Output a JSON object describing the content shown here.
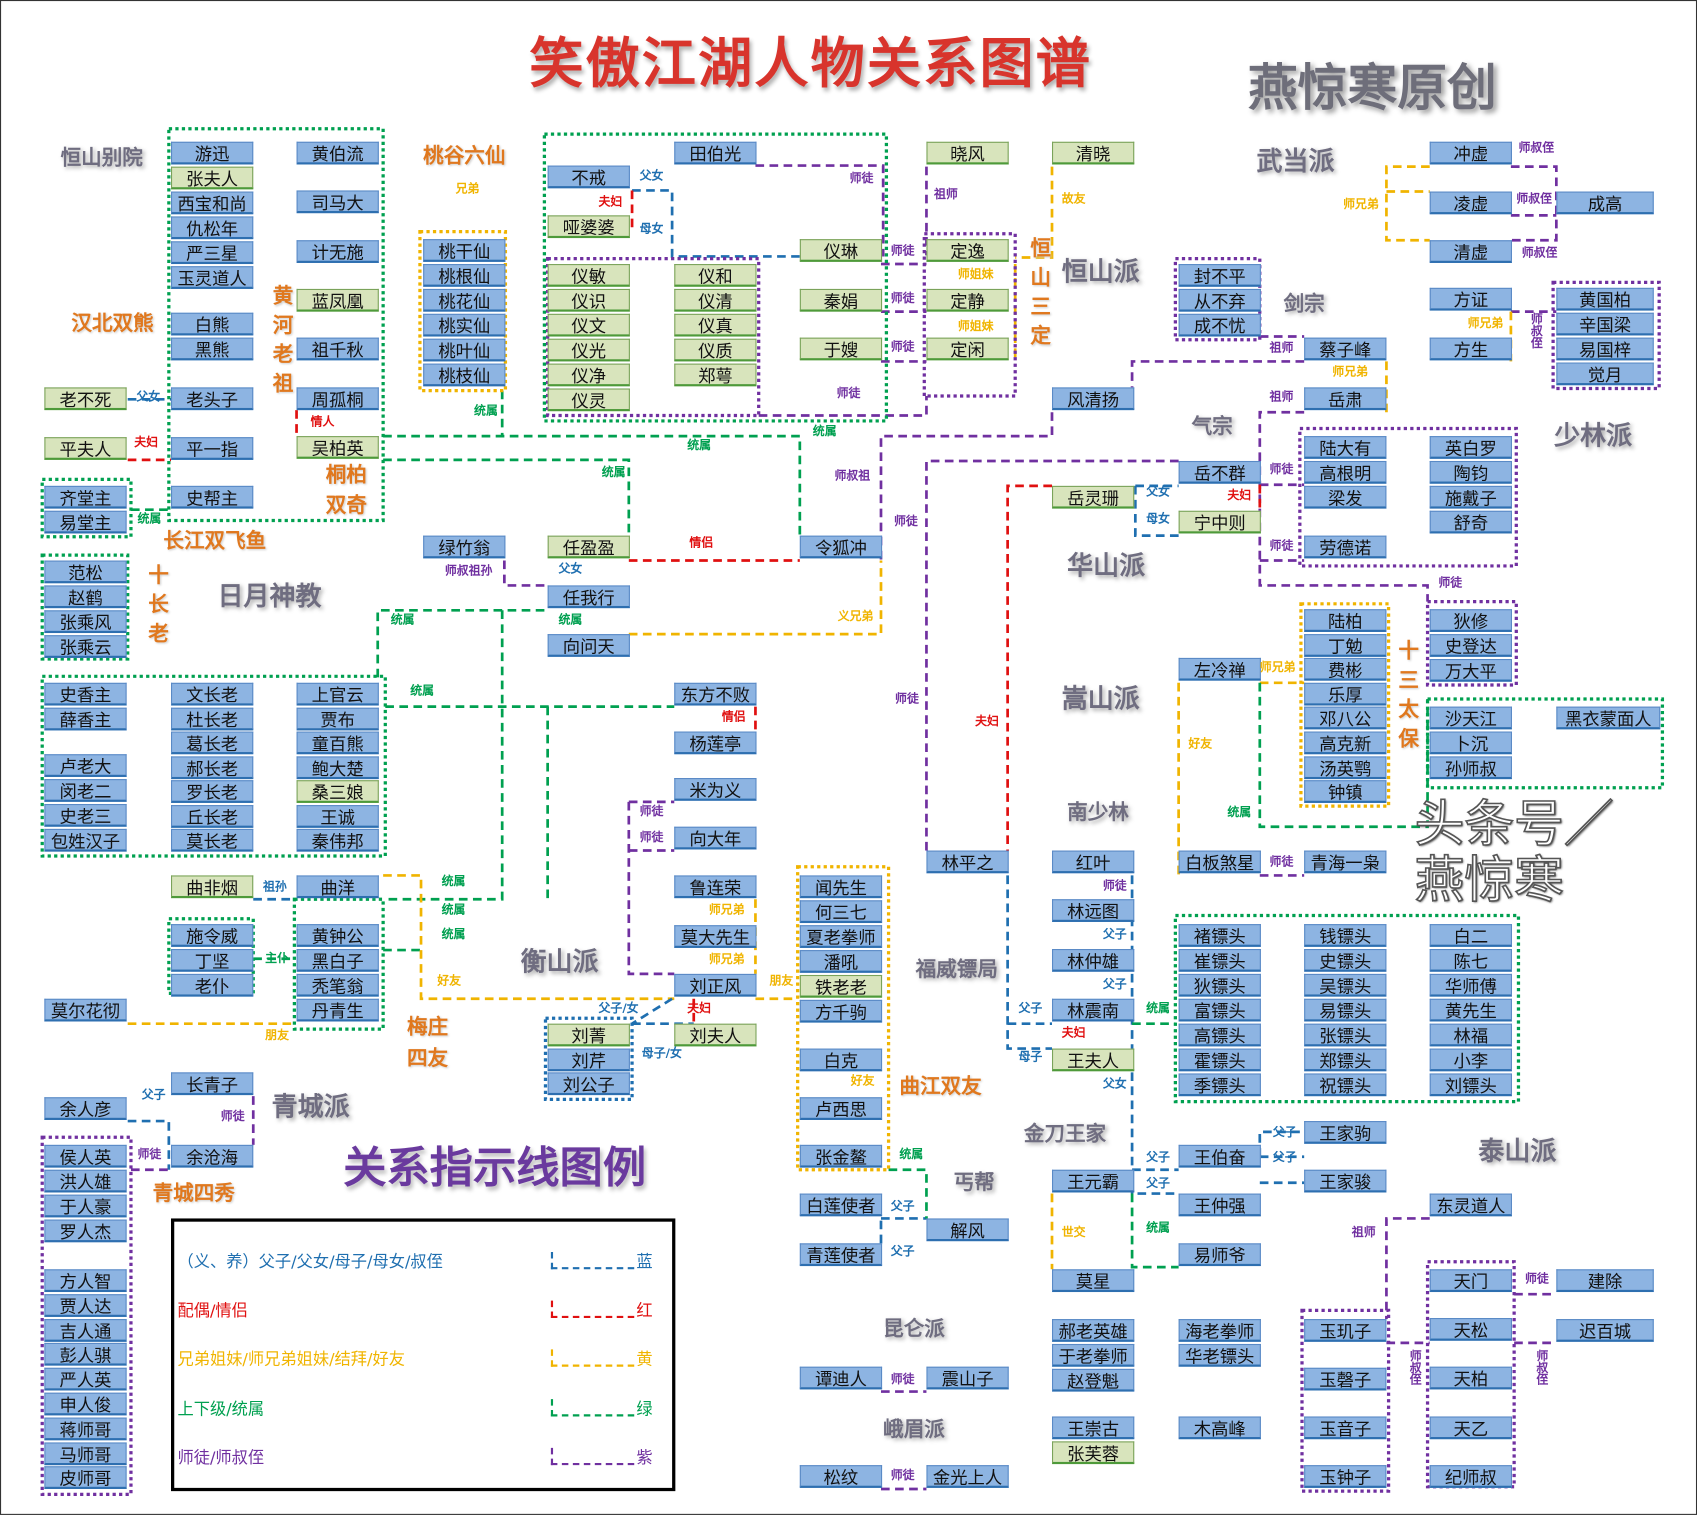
{
  "title": "笑傲江湖人物关系图谱",
  "author_mark": "燕惊寒原创",
  "watermark": "头条号／燕惊寒",
  "colors": {
    "blue": "#1f6fb0",
    "red": "#e01010",
    "yellow": "#f0b400",
    "green": "#00a050",
    "purple": "#7030a0",
    "box_blue": "#8db4e2",
    "box_green": "#d8e4bc"
  },
  "sects": {
    "hengshan_bieyuan": "恒山别院",
    "wudang": "武当派",
    "hengshan": "恒山派",
    "jianzong": "剑宗",
    "qizong": "气宗",
    "shaolin": "少林派",
    "riyue": "日月神教",
    "huashan": "华山派",
    "songshan": "嵩山派",
    "nanshaolin": "南少林",
    "hengshan2": "衡山派",
    "fuwei": "福威镖局",
    "qingcheng": "青城派",
    "jindao": "金刀王家",
    "taishan": "泰山派",
    "gaibang": "丐帮",
    "kunlun": "昆仑派",
    "emei": "峨眉派"
  },
  "groups": {
    "taogu": "桃谷六仙",
    "hanbei": "汉北双熊",
    "huanghe": "黄河老祖",
    "tongbai_1": "桐柏",
    "tongbai_2": "双奇",
    "changjiang": "长江双飞鱼",
    "shizhanglao": "十长老",
    "hengshan_sanding": "恒山三定",
    "shisan_taibao": "十三太保",
    "meizhuang_1": "梅庄",
    "meizhuang_2": "四友",
    "qujiang": "曲江双友",
    "qingcheng_sixiu": "青城四秀"
  },
  "people": {
    "heng_bieyuan": [
      "游迅",
      "张夫人",
      "西宝和尚",
      "仇松年",
      "严三星",
      "玉灵道人"
    ],
    "hanbei": [
      "白熊",
      "黑熊"
    ],
    "huanghe_left": [
      "老头子",
      "平一指",
      "史帮主"
    ],
    "huanghe_right": [
      "黄伯流",
      "司马大",
      "计无施",
      "蓝凤凰",
      "祖千秋",
      "周孤桐",
      "吴柏英"
    ],
    "relatives_left": [
      "老不死",
      "平夫人"
    ],
    "changjiang": [
      "齐堂主",
      "易堂主"
    ],
    "taogu": [
      "桃干仙",
      "桃根仙",
      "桃花仙",
      "桃实仙",
      "桃叶仙",
      "桃枝仙"
    ],
    "hengshan_top": [
      "田伯光",
      "不戒",
      "哑婆婆"
    ],
    "yi_left": [
      "仪敏",
      "仪识",
      "仪文",
      "仪光",
      "仪净",
      "仪灵"
    ],
    "yi_right": [
      "仪和",
      "仪清",
      "仪真",
      "仪质",
      "郑萼"
    ],
    "hengshan_mid": [
      "仪琳",
      "秦娟",
      "于嫂"
    ],
    "hengshan_elders": [
      "晓风",
      "清晓",
      "定逸",
      "定静",
      "定闲"
    ],
    "jianzong": [
      "封不平",
      "从不弃",
      "成不忧"
    ],
    "huashan_elders": [
      "风清扬",
      "蔡子峰",
      "岳肃"
    ],
    "wudang": [
      "冲虚",
      "凌虚",
      "清虚",
      "成高"
    ],
    "shaolin": [
      "方证",
      "方生"
    ],
    "shaolin_disciples": [
      "黄国柏",
      "辛国梁",
      "易国梓",
      "觉月"
    ],
    "huashan": [
      "岳不群",
      "岳灵珊",
      "宁中则"
    ],
    "huashan_disciples_a": [
      "陆大有",
      "高根明",
      "梁发",
      "劳德诺"
    ],
    "huashan_disciples_b": [
      "英白罗",
      "陶钧",
      "施戴子",
      "舒奇"
    ],
    "shizhanglao": [
      "范松",
      "赵鹤",
      "张乘风",
      "张乘云"
    ],
    "riyue_core": [
      "绿竹翁",
      "任盈盈",
      "令狐冲",
      "任我行",
      "向问天"
    ],
    "riyue_xiangzhu": [
      "史香主",
      "薛香主"
    ],
    "riyue_laoda": [
      "卢老大",
      "闵老二",
      "史老三",
      "包姓汉子"
    ],
    "riyue_elders": [
      "文长老",
      "杜长老",
      "葛长老",
      "郝长老",
      "罗长老",
      "丘长老",
      "莫长老"
    ],
    "riyue_officers": [
      "上官云",
      "贾布",
      "童百熊",
      "鲍大楚",
      "桑三娘",
      "王诚",
      "秦伟邦"
    ],
    "dongfang": [
      "东方不败",
      "杨莲亭"
    ],
    "hengshan_sect": [
      "米为义",
      "向大年",
      "鲁连荣",
      "莫大先生",
      "刘正风",
      "刘夫人"
    ],
    "songshan": [
      "左冷禅"
    ],
    "taibao": [
      "陆柏",
      "丁勉",
      "费彬",
      "乐厚",
      "邓八公",
      "高克新",
      "汤英鹗",
      "钟镇"
    ],
    "songshan_disciples": [
      "狄修",
      "史登达",
      "万大平"
    ],
    "songshan_others": [
      "沙天江",
      "卜沉",
      "孙师叔",
      "黑衣蒙面人"
    ],
    "middle_row": [
      "林平之",
      "红叶",
      "白板煞星",
      "青海一枭"
    ],
    "meizhuang": [
      "曲非烟",
      "曲洋",
      "施令威",
      "丁坚",
      "老仆",
      "黄钟公",
      "黑白子",
      "秃笔翁",
      "丹青生",
      "莫尔花彻"
    ],
    "qujiang": [
      "闻先生",
      "何三七",
      "夏老拳师",
      "潘吼",
      "铁老老",
      "方千驹",
      "白克",
      "卢西思",
      "张金鳌"
    ],
    "fuwei": [
      "林远图",
      "林仲雄",
      "林震南",
      "王夫人"
    ],
    "biaotou_a": [
      "褚镖头",
      "崔镖头",
      "狄镖头",
      "富镖头",
      "高镖头",
      "霍镖头",
      "季镖头"
    ],
    "biaotou_b": [
      "钱镖头",
      "史镖头",
      "吴镖头",
      "易镖头",
      "张镖头",
      "郑镖头",
      "祝镖头"
    ],
    "biaotou_c": [
      "白二",
      "陈七",
      "华师傅",
      "黄先生",
      "林福",
      "小李",
      "刘镖头"
    ],
    "liu_children": [
      "刘菁",
      "刘芹",
      "刘公子"
    ],
    "qingcheng": [
      "长青子",
      "余人彦",
      "余沧海"
    ],
    "qingcheng_sixiu": [
      "侯人英",
      "洪人雄",
      "于人豪",
      "罗人杰"
    ],
    "qingcheng_disciples": [
      "方人智",
      "贾人达",
      "吉人通",
      "彭人骐",
      "严人英",
      "申人俊",
      "蒋师哥",
      "马师哥",
      "皮师哥"
    ],
    "wang": [
      "王家驹",
      "王伯奋",
      "王家骏",
      "王元霸",
      "王仲强",
      "易师爷",
      "莫星"
    ],
    "gaibang": [
      "白莲使者",
      "解风",
      "青莲使者"
    ],
    "luoyang_a": [
      "郝老英雄",
      "于老拳师",
      "赵登魁"
    ],
    "luoyang_b": [
      "海老拳师",
      "华老镖头"
    ],
    "kunlun_emei": [
      "谭迪人",
      "震山子",
      "松纹",
      "金光上人"
    ],
    "others": [
      "王崇古",
      "张芙蓉",
      "木高峰"
    ],
    "taishan_yu": [
      "玉玑子",
      "玉磬子",
      "玉音子",
      "玉钟子"
    ],
    "taishan_tian": [
      "东灵道人",
      "天门",
      "天松",
      "天柏",
      "天乙",
      "纪师叔"
    ],
    "taishan_disc": [
      "建除",
      "迟百城"
    ]
  },
  "relations": [
    {
      "t": "兄弟",
      "c": "y"
    },
    {
      "t": "父女",
      "c": "b"
    },
    {
      "t": "情人",
      "c": "r"
    },
    {
      "t": "夫妇",
      "c": "r"
    },
    {
      "t": "统属",
      "c": "g"
    },
    {
      "t": "统属",
      "c": "g"
    },
    {
      "t": "父女",
      "c": "b"
    },
    {
      "t": "夫妇",
      "c": "r"
    },
    {
      "t": "母女",
      "c": "b"
    },
    {
      "t": "师徒",
      "c": "p"
    },
    {
      "t": "祖师",
      "c": "p"
    },
    {
      "t": "故友",
      "c": "y"
    },
    {
      "t": "师徒",
      "c": "p"
    },
    {
      "t": "师徒",
      "c": "p"
    },
    {
      "t": "师徒",
      "c": "p"
    },
    {
      "t": "师姐妹",
      "c": "y"
    },
    {
      "t": "师姐妹",
      "c": "y"
    },
    {
      "t": "师徒",
      "c": "p"
    },
    {
      "t": "统属",
      "c": "g"
    },
    {
      "t": "统属",
      "c": "g"
    },
    {
      "t": "统属",
      "c": "g"
    },
    {
      "t": "师叔祖",
      "c": "p"
    },
    {
      "t": "师徒",
      "c": "p"
    },
    {
      "t": "情侣",
      "c": "r"
    },
    {
      "t": "师叔祖孙",
      "c": "p"
    },
    {
      "t": "父女",
      "c": "b"
    },
    {
      "t": "统属",
      "c": "g"
    },
    {
      "t": "统属",
      "c": "g"
    },
    {
      "t": "义兄弟",
      "c": "y"
    },
    {
      "t": "统属",
      "c": "g"
    },
    {
      "t": "情侣",
      "c": "r"
    },
    {
      "t": "师徒",
      "c": "p"
    },
    {
      "t": "师徒",
      "c": "p"
    },
    {
      "t": "师徒",
      "c": "p"
    },
    {
      "t": "夫妇",
      "c": "r"
    },
    {
      "t": "师叔侄",
      "c": "p"
    },
    {
      "t": "师兄弟",
      "c": "y"
    },
    {
      "t": "师叔侄",
      "c": "p"
    },
    {
      "t": "师叔侄",
      "c": "p"
    },
    {
      "t": "师兄弟",
      "c": "y"
    },
    {
      "t": "师叔侄",
      "c": "p"
    },
    {
      "t": "祖师",
      "c": "p"
    },
    {
      "t": "师兄弟",
      "c": "y"
    },
    {
      "t": "祖师",
      "c": "p"
    },
    {
      "t": "师徒",
      "c": "p"
    },
    {
      "t": "父女",
      "c": "b"
    },
    {
      "t": "夫妇",
      "c": "r"
    },
    {
      "t": "母女",
      "c": "b"
    },
    {
      "t": "师徒",
      "c": "p"
    },
    {
      "t": "师徒",
      "c": "p"
    },
    {
      "t": "师兄弟",
      "c": "y"
    },
    {
      "t": "好友",
      "c": "y"
    },
    {
      "t": "统属",
      "c": "g"
    },
    {
      "t": "师徒",
      "c": "p"
    },
    {
      "t": "祖孙",
      "c": "b"
    },
    {
      "t": "统属",
      "c": "g"
    },
    {
      "t": "统属",
      "c": "g"
    },
    {
      "t": "统属",
      "c": "g"
    },
    {
      "t": "主仆",
      "c": "g"
    },
    {
      "t": "好友",
      "c": "y"
    },
    {
      "t": "朋友",
      "c": "y"
    },
    {
      "t": "师兄弟",
      "c": "y"
    },
    {
      "t": "师兄弟",
      "c": "y"
    },
    {
      "t": "朋友",
      "c": "y"
    },
    {
      "t": "父子/女",
      "c": "b"
    },
    {
      "t": "夫妇",
      "c": "r"
    },
    {
      "t": "母子/女",
      "c": "b"
    },
    {
      "t": "好友",
      "c": "y"
    },
    {
      "t": "统属",
      "c": "g"
    },
    {
      "t": "父子",
      "c": "b"
    },
    {
      "t": "师徒",
      "c": "p"
    },
    {
      "t": "师徒",
      "c": "p"
    },
    {
      "t": "师徒",
      "c": "p"
    },
    {
      "t": "父子",
      "c": "b"
    },
    {
      "t": "父子",
      "c": "b"
    },
    {
      "t": "父子",
      "c": "b"
    },
    {
      "t": "夫妇",
      "c": "r"
    },
    {
      "t": "母子",
      "c": "b"
    },
    {
      "t": "统属",
      "c": "g"
    },
    {
      "t": "父女",
      "c": "b"
    },
    {
      "t": "父子",
      "c": "b"
    },
    {
      "t": "父子",
      "c": "b"
    },
    {
      "t": "父子",
      "c": "b"
    },
    {
      "t": "父子",
      "c": "b"
    },
    {
      "t": "世交",
      "c": "y"
    },
    {
      "t": "统属",
      "c": "g"
    },
    {
      "t": "父子",
      "c": "b"
    },
    {
      "t": "父子",
      "c": "b"
    },
    {
      "t": "祖师",
      "c": "p"
    },
    {
      "t": "师徒",
      "c": "p"
    },
    {
      "t": "师叔侄",
      "c": "p"
    },
    {
      "t": "师叔侄",
      "c": "p"
    },
    {
      "t": "师徒",
      "c": "p"
    },
    {
      "t": "师徒",
      "c": "p"
    }
  ],
  "legend": {
    "title": "关系指示线图例",
    "items": [
      {
        "text": "（义、养）父子/父女/母子/母女/叔侄",
        "color_name": "蓝",
        "color": "#1f6fb0"
      },
      {
        "text": "配偶/情侣",
        "color_name": "红",
        "color": "#e01010"
      },
      {
        "text": "兄弟姐妹/师兄弟姐妹/结拜/好友",
        "color_name": "黄",
        "color": "#f0b400"
      },
      {
        "text": "上下级/统属",
        "color_name": "绿",
        "color": "#00a050"
      },
      {
        "text": "师徒/师叔侄",
        "color_name": "紫",
        "color": "#7030a0"
      }
    ]
  }
}
